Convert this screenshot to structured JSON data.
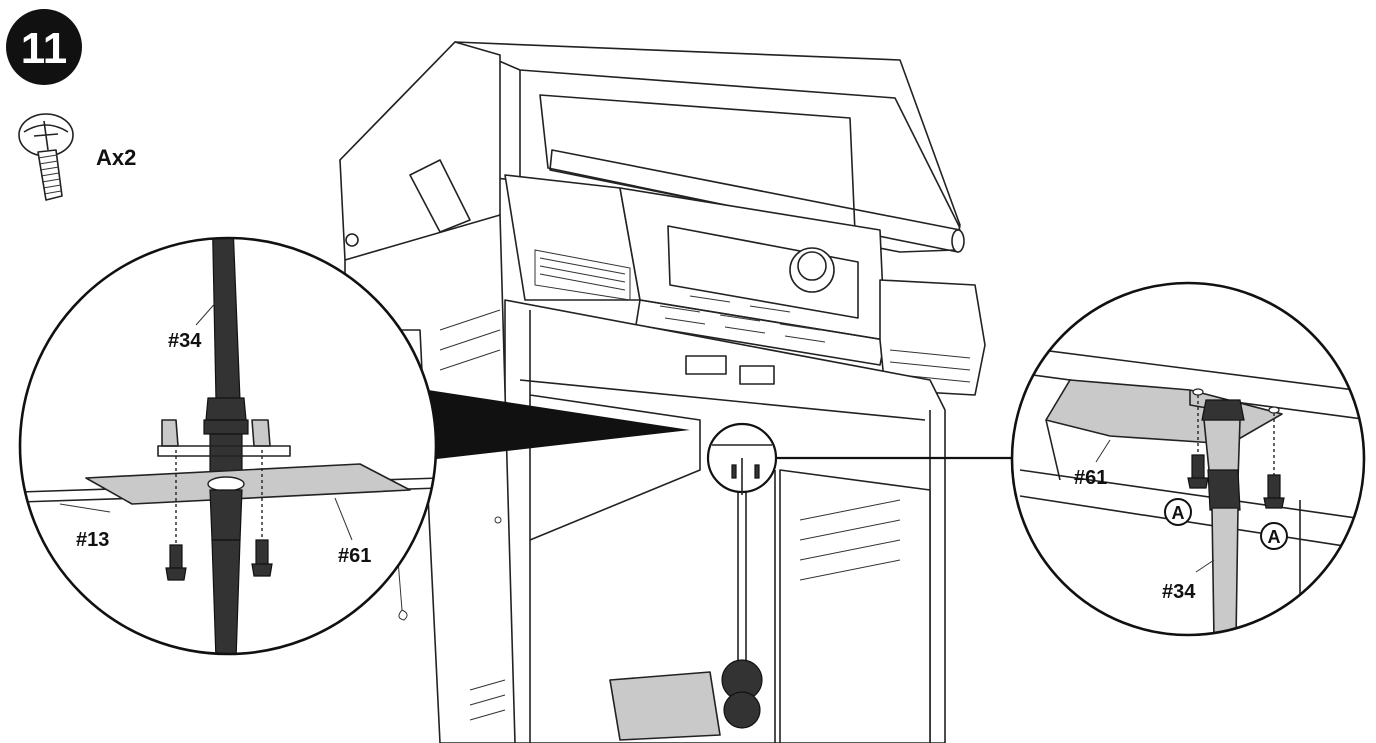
{
  "step": {
    "number": "11"
  },
  "hardware": {
    "label": "Ax2",
    "icon": "screw-icon"
  },
  "callouts": {
    "left": {
      "hose": "#34",
      "bracket": "#61",
      "panel": "#13"
    },
    "right": {
      "bracket": "#61",
      "hose": "#34",
      "screw_left": "A",
      "screw_right": "A"
    }
  },
  "colors": {
    "ink": "#1a1a1a",
    "step_badge": "#111111",
    "part_fill": "#c9c9c9"
  }
}
